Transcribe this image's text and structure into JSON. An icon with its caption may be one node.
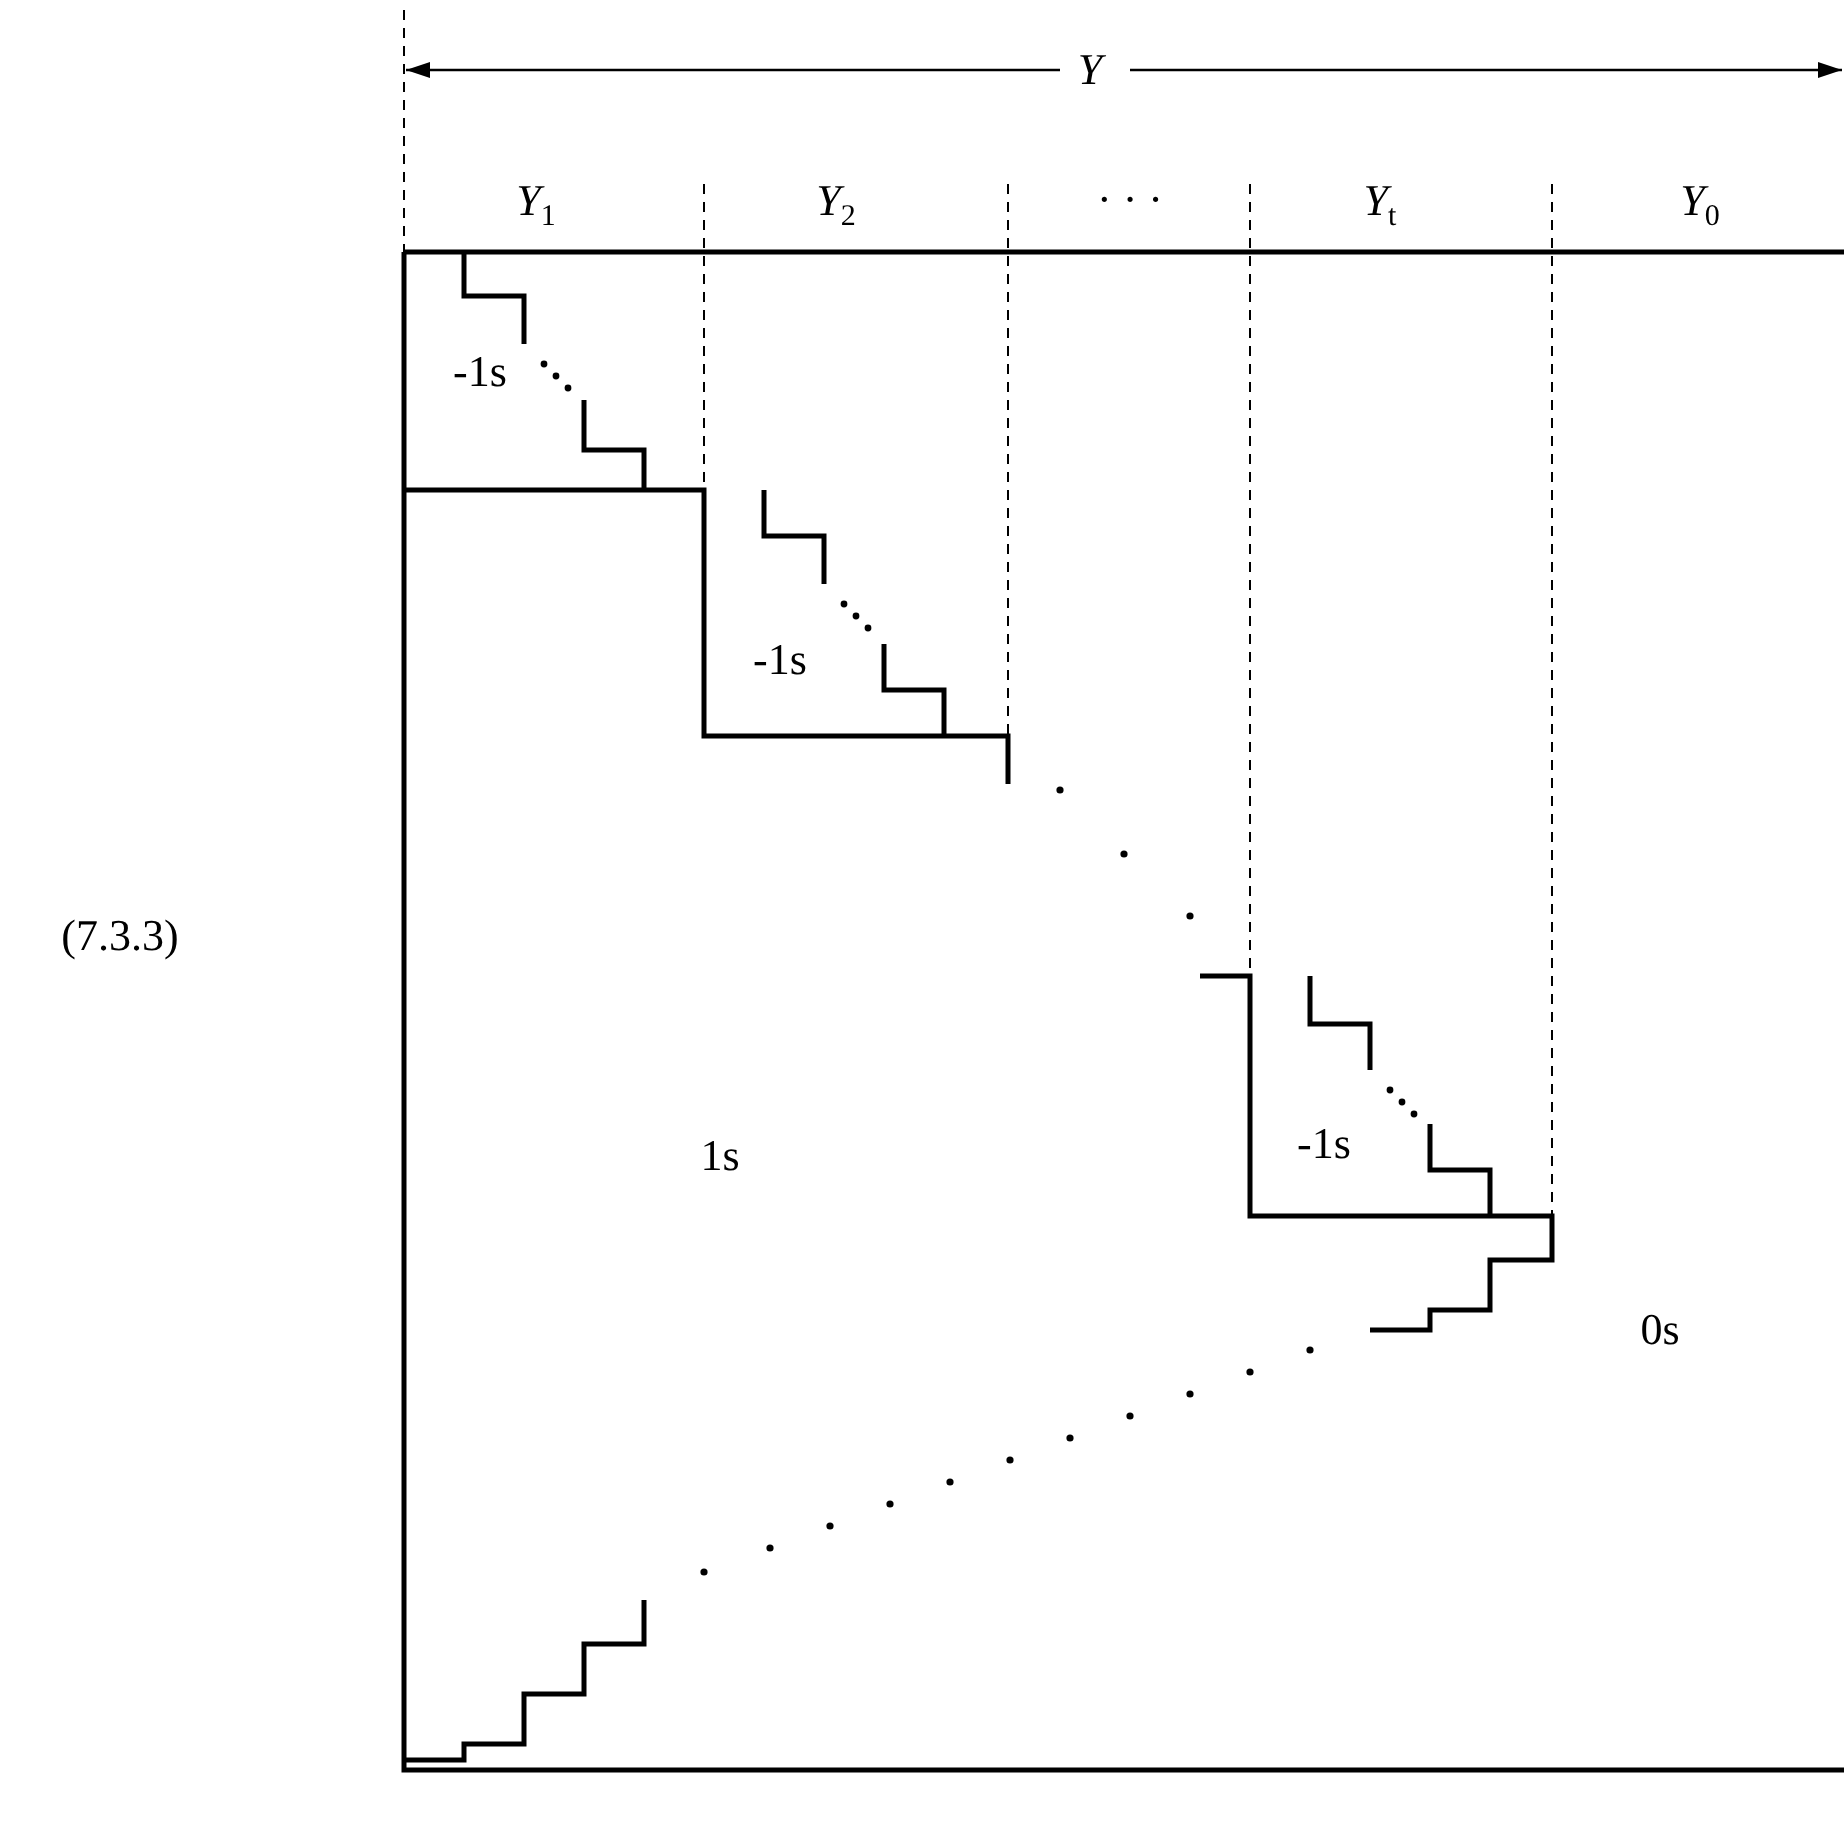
{
  "diagram": {
    "labels": [
      "Y",
      "Y$_{1}$",
      "Y$_{2}$",
      "· · ·",
      "Y$_{t}$",
      "Y$_{0}$",
      "-1s",
      "-1s",
      "(7.3.3)",
      "1s",
      "-1s",
      "0s"
    ]
  }
}
